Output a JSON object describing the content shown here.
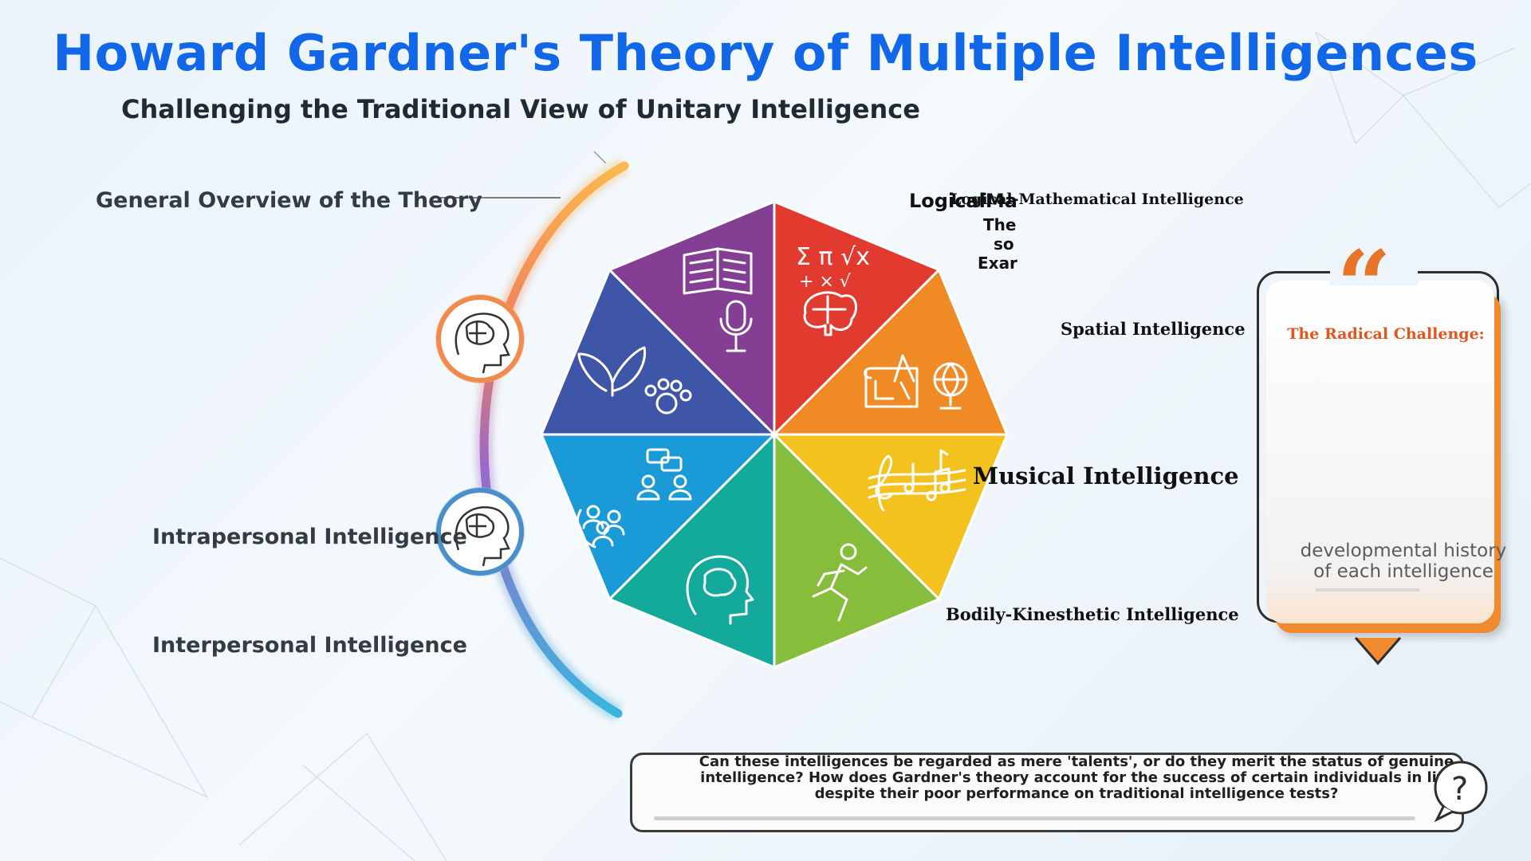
{
  "title": "Howard Gardner's Theory of Multiple Intelligences",
  "subtitle": "Challenging the Traditional View of Unitary Intelligence",
  "left_labels": {
    "overview": "General Overview of the Theory",
    "intrapersonal": "Intrapersonal Intelligence",
    "interpersonal": "Interpersonal Intelligence"
  },
  "right_labels": {
    "logical_overlap": "LogicalMa",
    "logical": "Logical-Mathematical Intelligence",
    "logical_frag1": "The",
    "logical_frag2": "so",
    "logical_frag3": "Exar",
    "spatial": "Spatial Intelligence",
    "musical": "Musical Intelligence",
    "bodily": "Bodily-Kinesthetic Intelligence"
  },
  "card": {
    "quote_mark": "“",
    "heading": "The Radical Challenge:",
    "text_line1": "developmental history",
    "text_line2": "of each intelligence"
  },
  "question": {
    "text": "Can these intelligences be regarded as mere 'talents', or do they merit the status of genuine intelligence? How does Gardner's theory account for the success of certain individuals in life despite their poor performance on traditional intelligence tests?",
    "icon": "?"
  },
  "wheel": {
    "segments": [
      {
        "name": "linguistic",
        "color": "#e23a2f",
        "icon": "book-microphone-icon"
      },
      {
        "name": "logical-mathematical",
        "color": "#f08a24",
        "icon": "math-brain-icon"
      },
      {
        "name": "spatial",
        "color": "#f4c21f",
        "icon": "blueprint-globe-icon"
      },
      {
        "name": "musical",
        "color": "#86be3c",
        "icon": "music-notes-icon"
      },
      {
        "name": "bodily-kinesthetic",
        "color": "#13a99b",
        "icon": "running-person-icon"
      },
      {
        "name": "intrapersonal",
        "color": "#1a9bd7",
        "icon": "head-brain-icon"
      },
      {
        "name": "interpersonal",
        "color": "#3f55a7",
        "icon": "people-chat-icon"
      },
      {
        "name": "naturalist",
        "color": "#843f95",
        "icon": "leaf-paw-icon"
      }
    ]
  },
  "arc": {
    "top_color": "#f9b44a",
    "bottom_color": "#38b3d9",
    "node_icons": [
      "brain-head-icon",
      "brain-head-icon"
    ]
  }
}
